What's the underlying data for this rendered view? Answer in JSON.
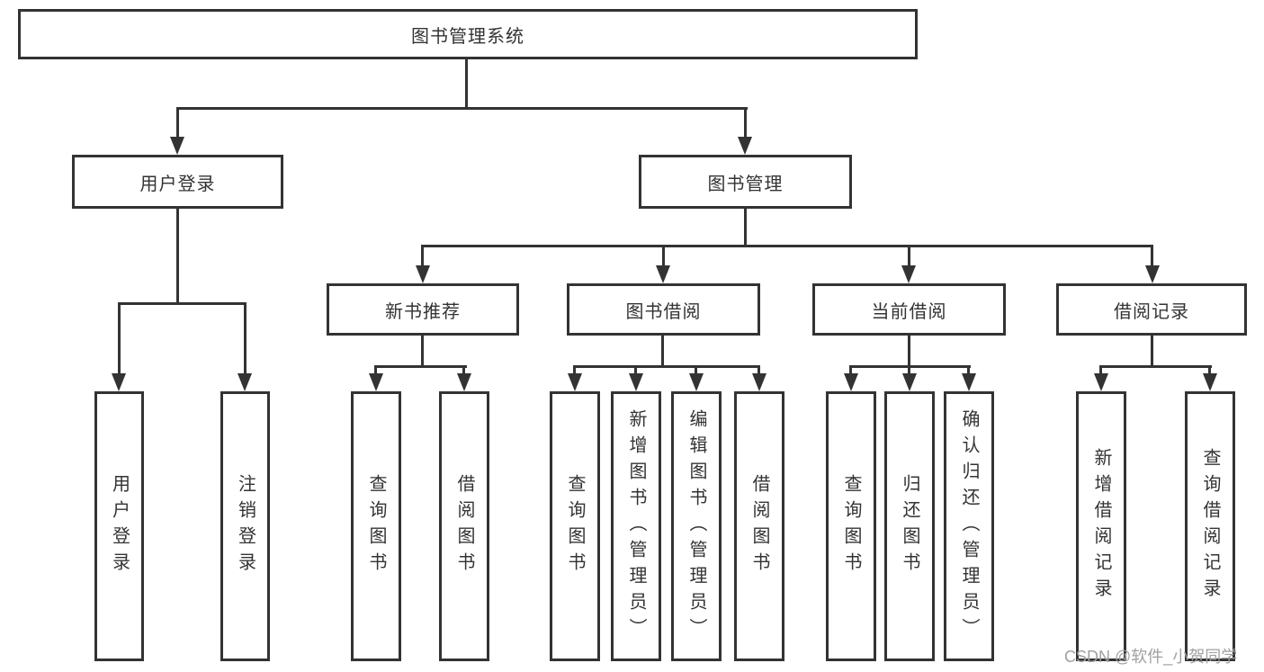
{
  "tree": {
    "label": "图书管理系统",
    "children": [
      {
        "label": "用户登录",
        "children": [
          {
            "label": "用户登录"
          },
          {
            "label": "注销登录"
          }
        ]
      },
      {
        "label": "图书管理",
        "children": [
          {
            "label": "新书推荐",
            "children": [
              {
                "label": "查询图书"
              },
              {
                "label": "借阅图书"
              }
            ]
          },
          {
            "label": "图书借阅",
            "children": [
              {
                "label": "查询图书"
              },
              {
                "label": "新增图书（管理员）"
              },
              {
                "label": "编辑图书（管理员）"
              },
              {
                "label": "借阅图书"
              }
            ]
          },
          {
            "label": "当前借阅",
            "children": [
              {
                "label": "查询图书"
              },
              {
                "label": "归还图书"
              },
              {
                "label": "确认归还（管理员）"
              }
            ]
          },
          {
            "label": "借阅记录",
            "children": [
              {
                "label": "新增借阅记录"
              },
              {
                "label": "查询借阅记录"
              }
            ]
          }
        ]
      }
    ]
  },
  "watermark": "CSDN @软件_小贺同学",
  "colors": {
    "line": "#333333",
    "text": "#333333",
    "watermark": "#a0a0a0",
    "background": "#ffffff"
  }
}
